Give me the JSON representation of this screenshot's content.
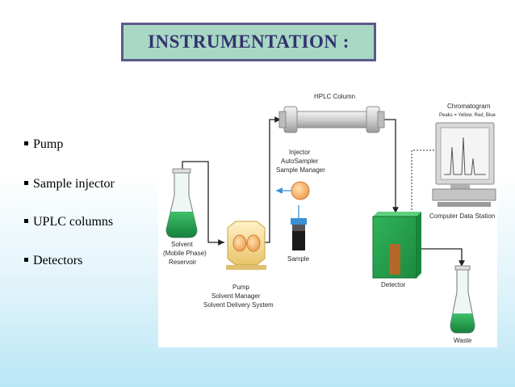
{
  "slide": {
    "title": "INSTRUMENTATION :",
    "bullets": [
      "Pump",
      "Sample injector",
      "UPLC columns",
      "Detectors"
    ]
  },
  "diagram": {
    "hplc_column": "HPLC Column",
    "chromatogram": "Chromatogram",
    "chromatogram_sub": "Peaks = Yellow, Red, Blue",
    "injector": [
      "Injector",
      "AutoSampler",
      "Sample Manager"
    ],
    "solvent": [
      "Solvent",
      "(Mobile Phase)",
      "Reservoir"
    ],
    "sample": "Sample",
    "pump": [
      "Pump",
      "Solvent Manager",
      "Solvent Delivery System"
    ],
    "detector": "Detector",
    "computer": "Computer Data Station",
    "waste": "Waste"
  }
}
